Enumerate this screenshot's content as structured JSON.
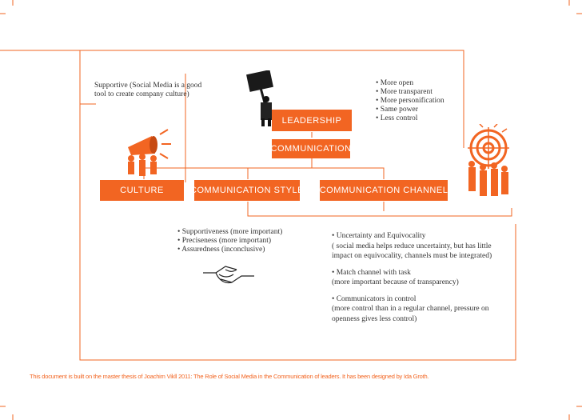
{
  "colors": {
    "accent": "#f26522",
    "text": "#333333"
  },
  "boxes": {
    "leadership": "LEADERSHIP",
    "communication": "COMMUNICATION",
    "culture": "CULTURE",
    "communication_style": "COMMUNICATION STYLE",
    "communication_channel": "COMMUNICATION CHANNEL"
  },
  "culture_note": "Supportive (Social Media is a good tool to create company culture)",
  "leadership_bullets": [
    "More open",
    "More transparent",
    "More personification",
    "Same power",
    "Less control"
  ],
  "style_bullets": [
    "Supportiveness (more important)",
    "Preciseness (more important)",
    "Assuredness (inconclusive)"
  ],
  "channel_notes": [
    {
      "heading": "Uncertainty and Equivocality",
      "detail": "( social media helps reduce uncertainty, but has little impact on equivocality, channels must be integrated)"
    },
    {
      "heading": "Match channel with task",
      "detail": "(more important because of transparency)"
    },
    {
      "heading": "Communicators in control",
      "detail": "(more control than in a regular channel, pressure on openness gives less control)"
    }
  ],
  "footer": "This document is built on the master thesis of Joachim Vikll 2011: The Role of Social Media in the Communication of leaders. It has been designed by Ida Groth."
}
